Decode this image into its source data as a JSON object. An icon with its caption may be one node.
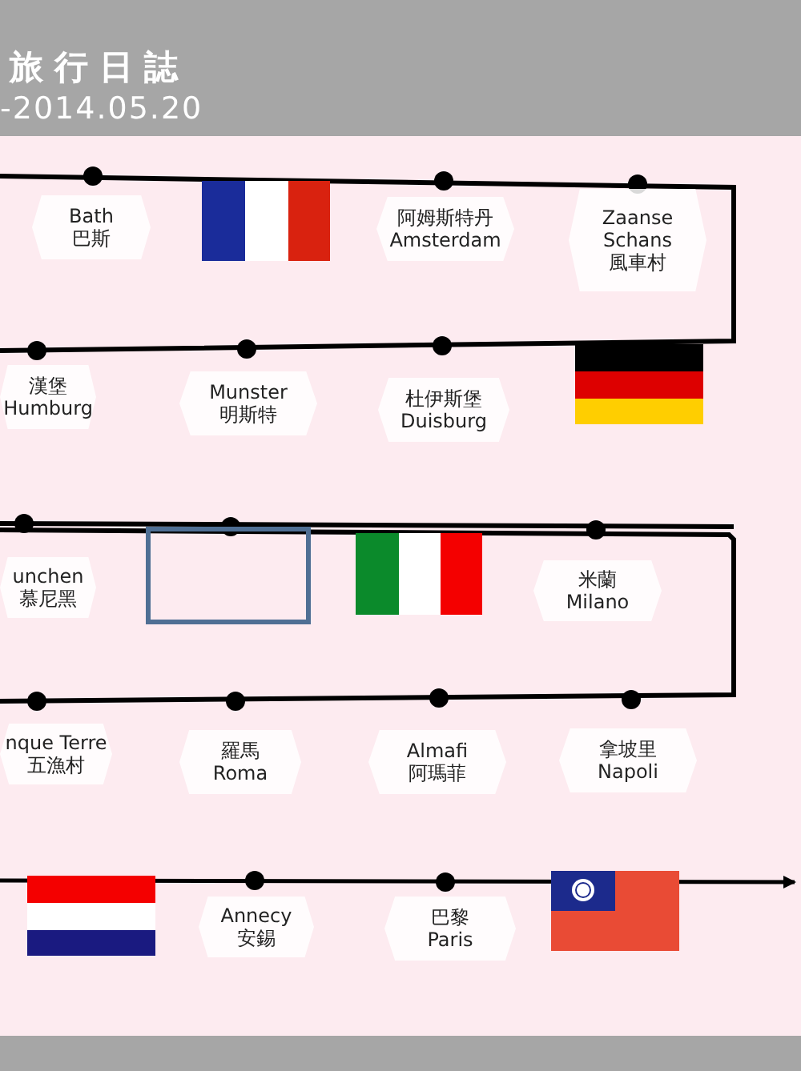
{
  "diagram": {
    "title": "旅行日誌",
    "nodes": [
      {
        "text": [
          "Bath",
          "巴斯"
        ]
      },
      {
        "text": [
          "阿姆斯特丹",
          "Amsterdam"
        ]
      },
      {
        "text": [
          "Zaanse Schans",
          "風車村"
        ]
      },
      {
        "text": [
          "漢堡",
          "Humburg"
        ]
      },
      {
        "text": [
          "Munster",
          "明斯特"
        ]
      },
      {
        "text": [
          "杜伊斯堡",
          "Duisburg"
        ]
      },
      {
        "text": [
          "unchen",
          "慕尼黑"
        ]
      },
      {
        "text": [],
        "shape": "box"
      },
      {
        "text": [
          "米蘭",
          "Milano"
        ]
      },
      {
        "text": [
          "nque Terre",
          "五漁村"
        ]
      },
      {
        "text": [
          "羅馬",
          "Roma"
        ]
      },
      {
        "text": [
          "Almafi",
          "阿瑪菲"
        ]
      },
      {
        "text": [
          "拿坡里",
          "Napoli"
        ]
      },
      {
        "text": [
          "Annecy",
          "安錫"
        ]
      },
      {
        "text": [
          "巴黎",
          "Paris"
        ]
      }
    ],
    "labels": [
      "-2014.05.20"
    ]
  }
}
